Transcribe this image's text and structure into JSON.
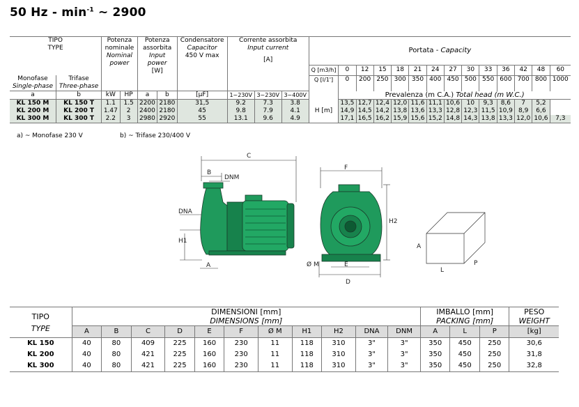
{
  "title": {
    "main": "50 Hz - min",
    "sup": "-1",
    "tail": " ~ 2900"
  },
  "perf": {
    "tipo": "TIPO",
    "type": "TYPE",
    "monofase": "Monofase",
    "single": "Single-phase",
    "trifase": "Trifase",
    "three": "Three-phase",
    "potenza_nom": "Potenza nominale",
    "nominal_power": "Nominal power",
    "potenza_ass": "Potenza assorbita",
    "input_power": "Input power",
    "w": "[W]",
    "condensatore": "Condensatore",
    "capacitor": "Capacitor",
    "cap_v": "450 V max",
    "corrente": "Corrente assorbita",
    "input_current": "Input current",
    "amp": "[A]",
    "portata": "Portata -",
    "capacity": "Capacity",
    "q1": "Q [m3/h]",
    "q2": "Q [l/1']",
    "prevalenza": "Prevalenza (m C.A.)",
    "total_head": "Total head (m W.C.)",
    "hm": "H [m]",
    "sub": [
      "a",
      "b",
      "kW",
      "HP",
      "a",
      "b",
      "[μF]",
      "1~230V",
      "3~230V",
      "3~400V"
    ],
    "q_m3h": [
      "0",
      "12",
      "15",
      "18",
      "21",
      "24",
      "27",
      "30",
      "33",
      "36",
      "42",
      "48",
      "60"
    ],
    "q_l": [
      "0",
      "200",
      "250",
      "300",
      "350",
      "400",
      "450",
      "500",
      "550",
      "600",
      "700",
      "800",
      "1000"
    ],
    "rows": [
      {
        "a": "KL 150 M",
        "b": "KL 150 T",
        "kw": "1.1",
        "hp": "1.5",
        "pa": "2200",
        "pb": "2180",
        "cap": "31,5",
        "i1": "9.2",
        "i2": "7.3",
        "i3": "3.8",
        "h": [
          "13,5",
          "12,7",
          "12,4",
          "12,0",
          "11,6",
          "11,1",
          "10,6",
          "10",
          "9,3",
          "8,6",
          "7",
          "5,2",
          ""
        ]
      },
      {
        "a": "KL 200 M",
        "b": "KL 200 T",
        "kw": "1.47",
        "hp": "2",
        "pa": "2400",
        "pb": "2180",
        "cap": "45",
        "i1": "9.8",
        "i2": "7.9",
        "i3": "4.1",
        "h": [
          "14,9",
          "14,5",
          "14,2",
          "13,8",
          "13,6",
          "13,3",
          "12,8",
          "12,3",
          "11,5",
          "10,9",
          "8,9",
          "6,6",
          ""
        ]
      },
      {
        "a": "KL 300 M",
        "b": "KL 300 T",
        "kw": "2.2",
        "hp": "3",
        "pa": "2980",
        "pb": "2920",
        "cap": "55",
        "i1": "13.1",
        "i2": "9.6",
        "i3": "4.9",
        "h": [
          "17,1",
          "16,5",
          "16,2",
          "15,9",
          "15,6",
          "15,2",
          "14,8",
          "14,3",
          "13,8",
          "13,3",
          "12,0",
          "10,6",
          "7,3"
        ]
      }
    ]
  },
  "notes": {
    "a": "a) ~ Monofase 230 V",
    "b": "b) ~ Trifase 230/400 V"
  },
  "drawing_labels": {
    "C": "C",
    "B": "B",
    "DNM": "DNM",
    "DNA": "DNA",
    "H1": "H1",
    "A": "A",
    "F": "F",
    "H2": "H2",
    "OM": "Ø M",
    "E": "E",
    "D": "D",
    "boxA": "A",
    "L": "L",
    "P": "P"
  },
  "dims": {
    "tipo": "TIPO",
    "type": "TYPE",
    "dim": "DIMENSIONI [mm]",
    "dim_en": "DIMENSIONS [mm]",
    "imb": "IMBALLO [mm]",
    "pack": "PACKING [mm]",
    "peso": "PESO",
    "weight": "WEIGHT",
    "kg": "[kg]",
    "cols": [
      "A",
      "B",
      "C",
      "D",
      "E",
      "F",
      "Ø M",
      "H1",
      "H2",
      "DNA",
      "DNM",
      "A",
      "L",
      "P"
    ],
    "rows": [
      {
        "t": "KL 150",
        "v": [
          "40",
          "80",
          "409",
          "225",
          "160",
          "230",
          "11",
          "118",
          "310",
          "3\"",
          "3\"",
          "350",
          "450",
          "250",
          "30,6"
        ]
      },
      {
        "t": "KL 200",
        "v": [
          "40",
          "80",
          "421",
          "225",
          "160",
          "230",
          "11",
          "118",
          "310",
          "3\"",
          "3\"",
          "350",
          "450",
          "250",
          "31,8"
        ]
      },
      {
        "t": "KL 300",
        "v": [
          "40",
          "80",
          "421",
          "225",
          "160",
          "230",
          "11",
          "118",
          "310",
          "3\"",
          "3\"",
          "350",
          "450",
          "250",
          "32,8"
        ]
      }
    ]
  }
}
